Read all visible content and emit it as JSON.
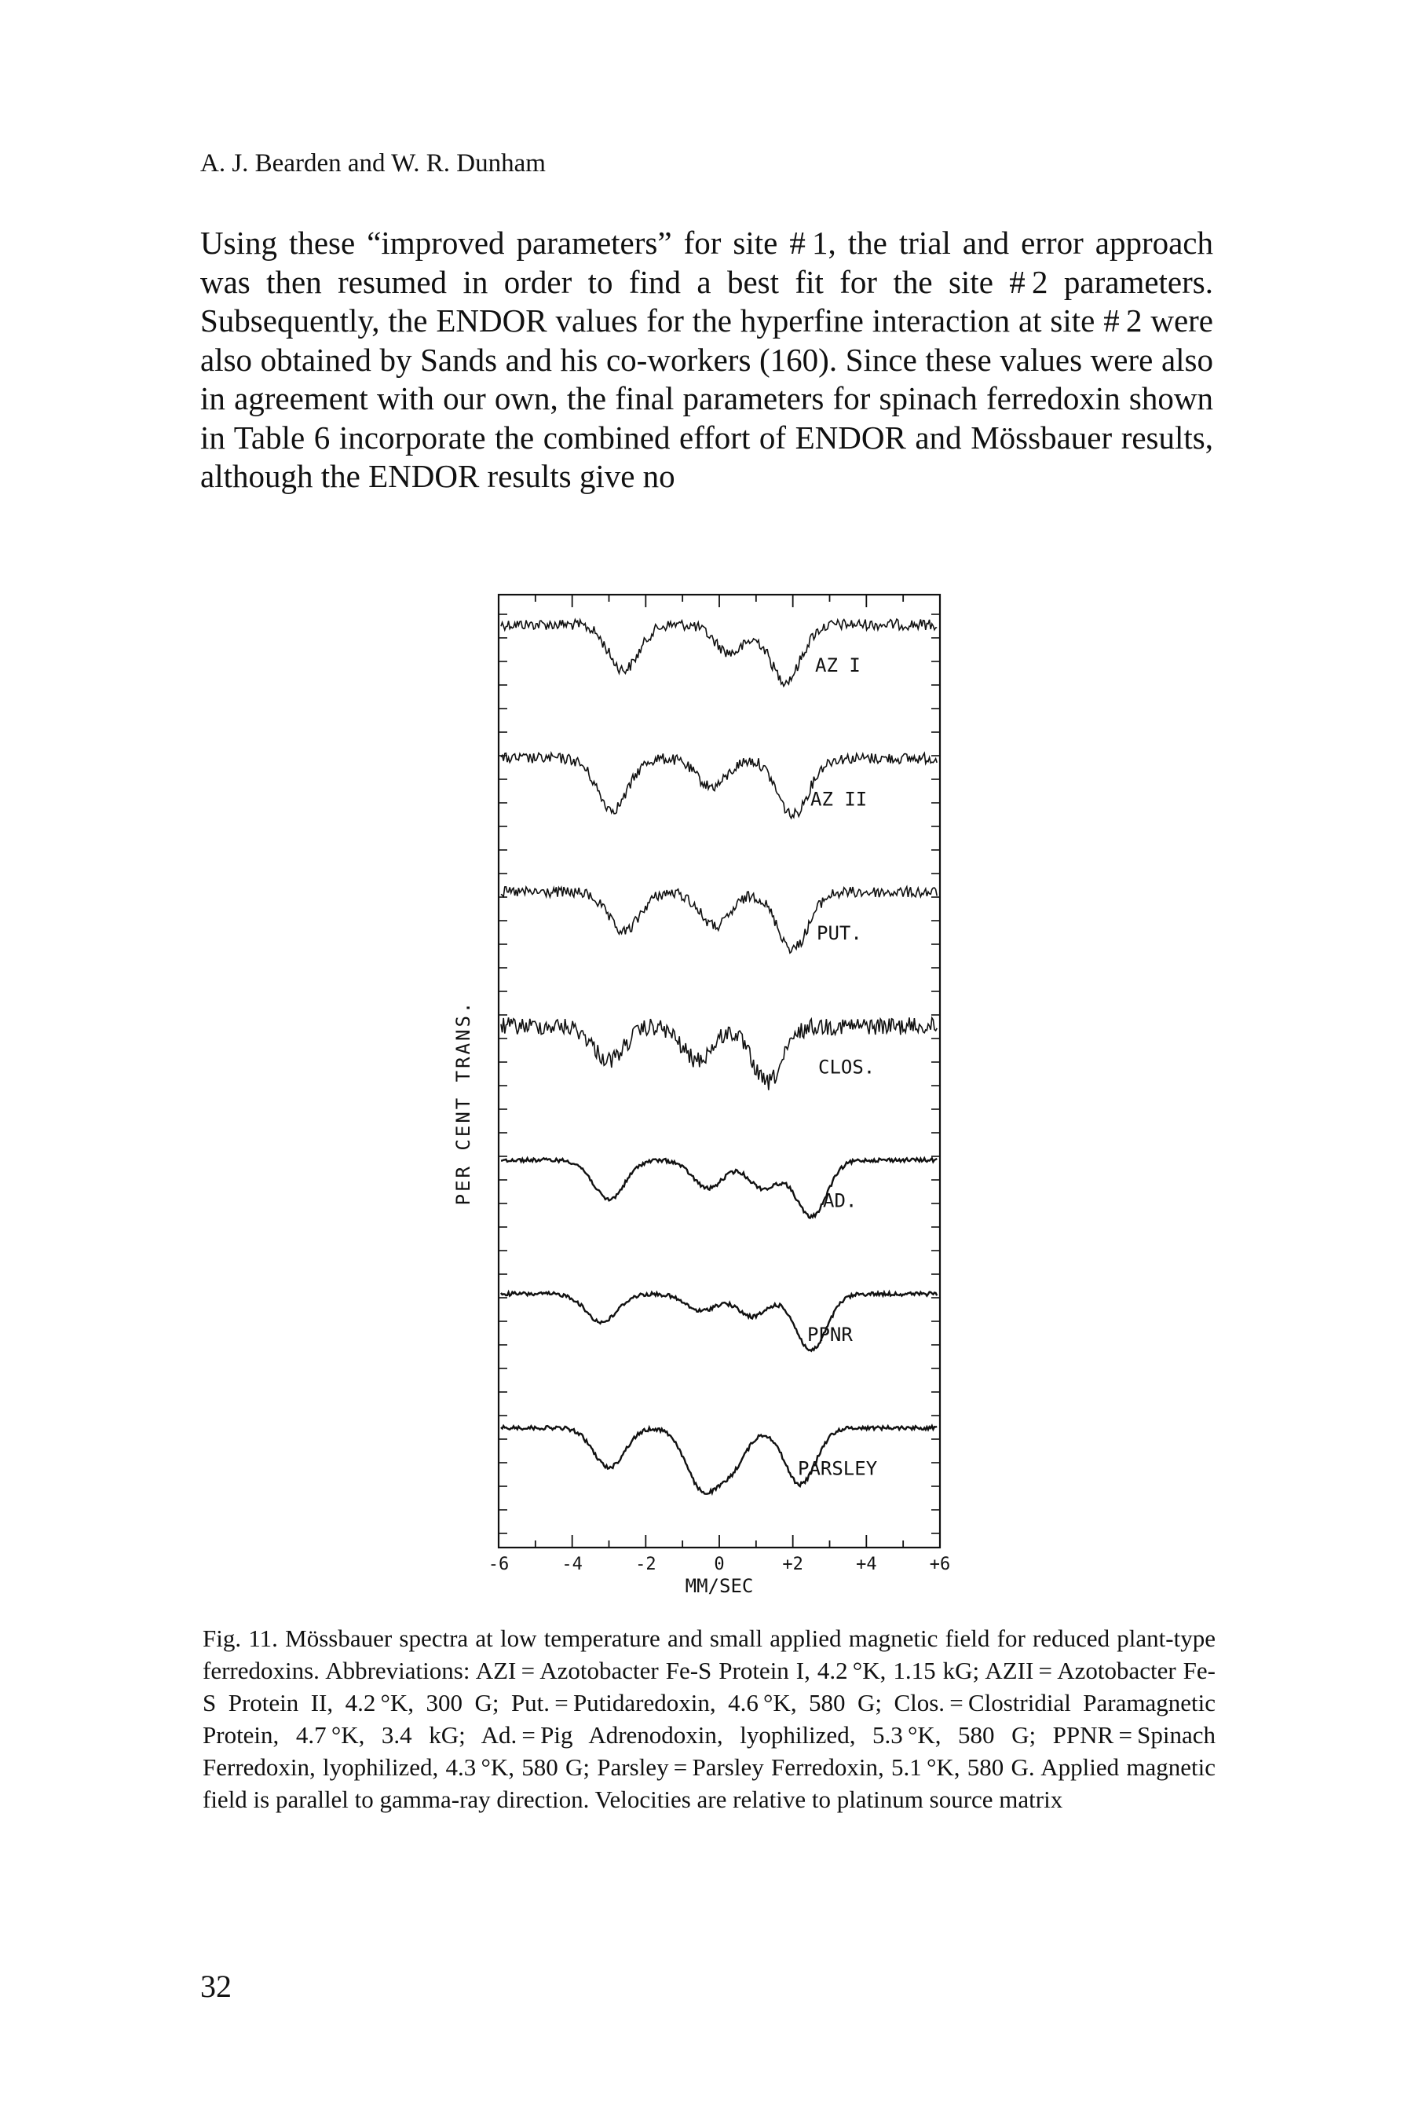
{
  "running_head": "A. J. Bearden and W. R. Dunham",
  "body": {
    "paragraph": "Using these “improved parameters” for site # 1, the trial and error approach was then resumed in order to find a best fit for the site # 2 parameters. Subsequently, the ENDOR values for the hyperfine interaction at site # 2 were also obtained by Sands and his co-workers (160). Since these values were also in agreement with our own, the final parameters for spinach ferredoxin shown in Table 6 incorporate the combined effort of ENDOR and Mössbauer results, although the ENDOR results give no"
  },
  "figure": {
    "caption": "Fig. 11. Mössbauer spectra at low temperature and small applied magnetic field for reduced plant-type ferredoxins. Abbreviations: AZI = Azotobacter Fe-S Protein I, 4.2 °K, 1.15 kG; AZII = Azotobacter Fe-S Protein II, 4.2 °K, 300 G; Put. = Putidaredoxin, 4.6 °K, 580 G; Clos. = Clostridial Paramagnetic Protein, 4.7 °K, 3.4 kG; Ad. = Pig Adrenodoxin, lyophilized, 5.3 °K, 580 G; PPNR = Spinach Ferredoxin, lyophilized, 4.3 °K, 580 G; Parsley = Parsley Ferredoxin, 5.1 °K, 580 G. Applied magnetic field is parallel to gamma-ray direction. Velocities are relative to platinum source matrix"
  },
  "chart_data": {
    "type": "line",
    "xlabel": "MM/SEC",
    "ylabel": "PER CENT TRANS.",
    "xlim": [
      -6,
      6
    ],
    "xticks": [
      "-6",
      "-4",
      "-2",
      "0",
      "+2",
      "+4",
      "+6"
    ],
    "series": [
      {
        "name": "AZ I",
        "dips": [
          {
            "x": -2.6,
            "depth": 0.8
          },
          {
            "x": 0.3,
            "depth": 0.5
          },
          {
            "x": 1.8,
            "depth": 1.0
          }
        ]
      },
      {
        "name": "AZ II",
        "dips": [
          {
            "x": -2.9,
            "depth": 0.9
          },
          {
            "x": -0.2,
            "depth": 0.5
          },
          {
            "x": 2.0,
            "depth": 1.0
          }
        ]
      },
      {
        "name": "PUT.",
        "dips": [
          {
            "x": -2.6,
            "depth": 0.7
          },
          {
            "x": -0.1,
            "depth": 0.6
          },
          {
            "x": 2.0,
            "depth": 1.0
          }
        ]
      },
      {
        "name": "CLOS.",
        "dips": [
          {
            "x": -3.0,
            "depth": 0.6
          },
          {
            "x": -0.6,
            "depth": 0.6
          },
          {
            "x": 1.3,
            "depth": 1.0
          }
        ]
      },
      {
        "name": "AD.",
        "dips": [
          {
            "x": -3.0,
            "depth": 0.7
          },
          {
            "x": -0.3,
            "depth": 0.5
          },
          {
            "x": 1.2,
            "depth": 0.5
          },
          {
            "x": 2.5,
            "depth": 1.0
          }
        ]
      },
      {
        "name": "PPNR",
        "dips": [
          {
            "x": -3.2,
            "depth": 0.5
          },
          {
            "x": -0.5,
            "depth": 0.3
          },
          {
            "x": 0.9,
            "depth": 0.4
          },
          {
            "x": 2.5,
            "depth": 1.0
          }
        ]
      },
      {
        "name": "PARSLEY",
        "dips": [
          {
            "x": -3.0,
            "depth": 0.7
          },
          {
            "x": -0.5,
            "depth": 1.0
          },
          {
            "x": 0.3,
            "depth": 0.7
          },
          {
            "x": 2.2,
            "depth": 1.0
          }
        ]
      }
    ]
  }
}
